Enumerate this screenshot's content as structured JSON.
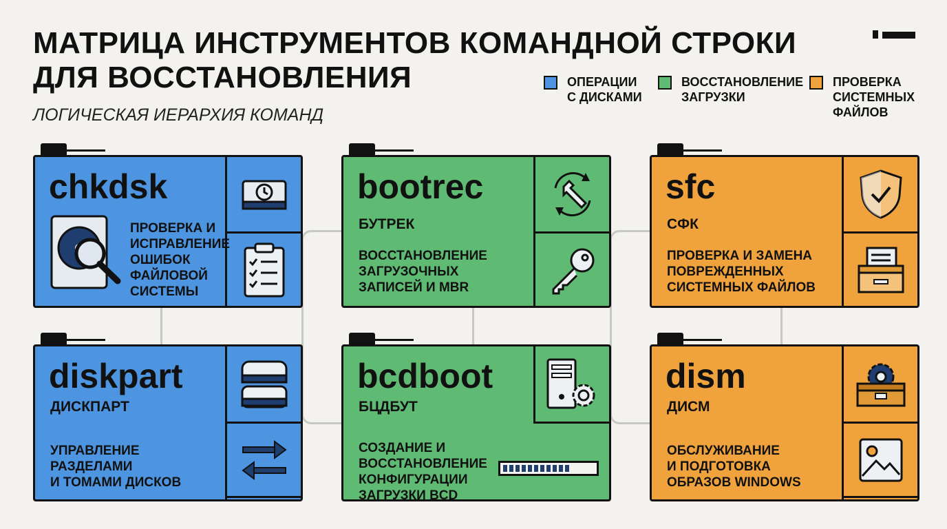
{
  "title_line1": "МАТРИЦА ИНСТРУМЕНТОВ КОМАНДНОЙ СТРОКИ",
  "title_line2": "ДЛЯ ВОССТАНОВЛЕНИЯ",
  "subtitle": "ЛОГИЧЕСКАЯ ИЕРАРХИЯ КОМАНД",
  "legend": [
    {
      "label": "ОПЕРАЦИИ\nС ДИСКАМИ",
      "color": "#4d95e0"
    },
    {
      "label": "ВОССТАНОВЛЕНИЕ\nЗАГРУЗКИ",
      "color": "#5fba73"
    },
    {
      "label": "ПРОВЕРКА\nСИСТЕМНЫХ\nФАЙЛОВ",
      "color": "#f0a33c"
    }
  ],
  "cards": {
    "chkdsk": {
      "command": "chkdsk",
      "description": "ПРОВЕРКА И\nИСПРАВЛЕНИЕ\nОШИБОК\nФАЙЛОВОЙ\nСИСТЕМЫ",
      "icons": [
        "hard-disk-magnifier-icon",
        "disk-history-icon",
        "checklist-icon"
      ]
    },
    "diskpart": {
      "command": "diskpart",
      "transliteration": "ДИСКПАРТ",
      "description": "УПРАВЛЕНИЕ\nРАЗДЕЛАМИ\nИ ТОМАМИ ДИСКОВ",
      "icons": [
        "disk-stack-icon",
        "transfer-arrows-icon"
      ]
    },
    "bootrec": {
      "command": "bootrec",
      "transliteration": "БУТРЕК",
      "description": "ВОССТАНОВЛЕНИЕ\nЗАГРУЗОЧНЫХ\nЗАПИСЕЙ И MBR",
      "icons": [
        "wrench-refresh-icon",
        "key-icon"
      ]
    },
    "bcdboot": {
      "command": "bcdboot",
      "transliteration": "БЦДБУТ",
      "description": "СОЗДАНИЕ И ВОССТАНОВЛЕНИЕ\nКОНФИГУРАЦИИ\nЗАГРУЗКИ BCD",
      "icons": [
        "server-gear-icon"
      ],
      "progress": 0.7
    },
    "sfc": {
      "command": "sfc",
      "transliteration": "СФК",
      "description": "ПРОВЕРКА И ЗАМЕНА\nПОВРЕЖДЕННЫХ\nСИСТЕМНЫХ ФАЙЛОВ",
      "icons": [
        "shield-check-icon",
        "file-archive-icon"
      ]
    },
    "dism": {
      "command": "dism",
      "transliteration": "ДИСМ",
      "description": "ОБСЛУЖИВАНИЕ\nИ ПОДГОТОВКА\nОБРАЗОВ WINDOWS",
      "icons": [
        "toolbox-gear-icon",
        "image-icon"
      ]
    }
  },
  "colors": {
    "disk_ops": "#4d95e0",
    "boot_recovery": "#5fba73",
    "system_files": "#f0a33c"
  }
}
